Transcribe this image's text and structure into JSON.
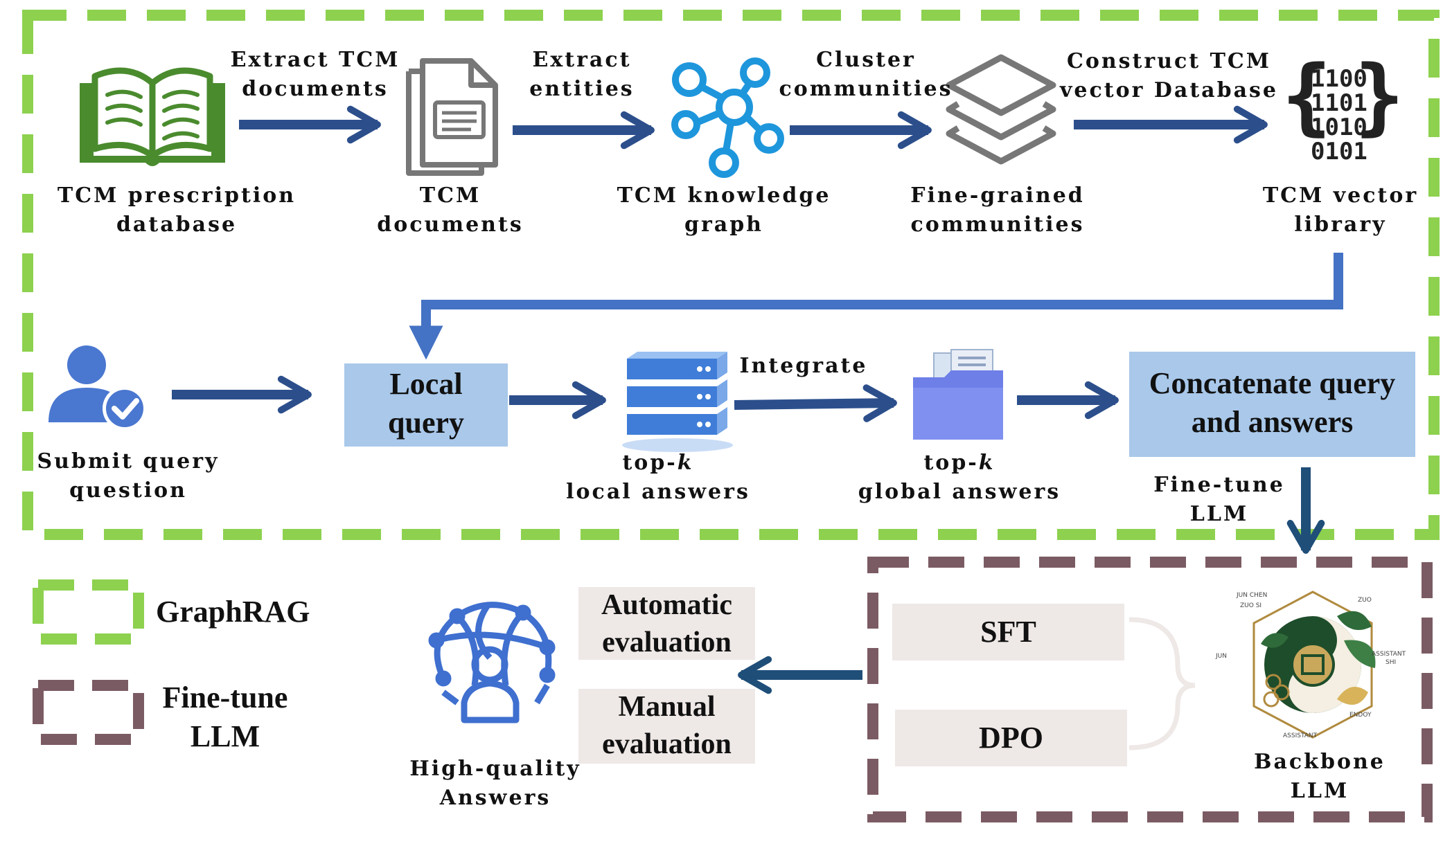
{
  "colors": {
    "graphrag_border": "#8DD14F",
    "finetune_border": "#7B5B63",
    "arrow": "#2C4F8C",
    "arrow_light": "#4472C4",
    "box_blue": "#A9C8EA",
    "box_gray": "#EEE8E6",
    "icon_green": "#4A8B2E",
    "icon_blue": "#1E96DC",
    "icon_gray": "#777777"
  },
  "top_row": {
    "nodes": [
      {
        "icon": "open-book-icon",
        "label": "TCM prescription\ndatabase"
      },
      {
        "icon": "document-icon",
        "label": "TCM\ndocuments"
      },
      {
        "icon": "knowledge-graph-icon",
        "label": "TCM knowledge\ngraph"
      },
      {
        "icon": "layers-icon",
        "label": "Fine-grained\ncommunities"
      },
      {
        "icon": "binary-code-icon",
        "label": "TCM vector\nlibrary"
      }
    ],
    "edges": [
      "Extract TCM\ndocuments",
      "Extract\nentities",
      "Cluster\ncommunities",
      "Construct TCM\nvector Database"
    ]
  },
  "middle_row": {
    "submit_label": "Submit query\nquestion",
    "local_query": "Local\nquery",
    "local_answers_prefix": "top-",
    "local_answers_k": "k",
    "local_answers_suffix": "local answers",
    "integrate": "Integrate",
    "global_answers_prefix": "top-",
    "global_answers_k": "k",
    "global_answers_suffix": "global answers",
    "concat": "Concatenate query\nand answers",
    "finetune_edge": "Fine-tune\nLLM"
  },
  "bottom": {
    "legend": [
      {
        "label": "GraphRAG"
      },
      {
        "label": "Fine-tune\nLLM"
      }
    ],
    "high_quality": "High-quality\nAnswers",
    "auto_eval": "Automatic\nevaluation",
    "manual_eval": "Manual\nevaluation",
    "sft": "SFT",
    "dpo": "DPO",
    "backbone": "Backbone\nLLM",
    "logo_words": [
      "JUN CHEN",
      "ZUO SI",
      "ZUO",
      "JUN",
      "ASSISTANT",
      "SHI",
      "ENDOY",
      "ASSISTANT"
    ]
  }
}
